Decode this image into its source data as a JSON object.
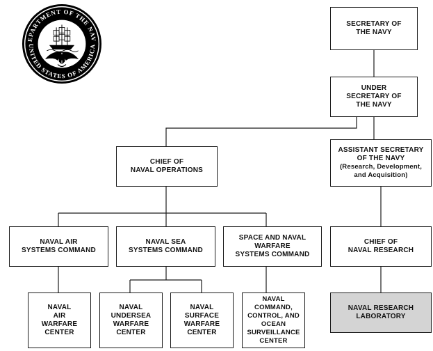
{
  "seal": {
    "ring_text": "DEPARTMENT OF THE NAVY • UNITED STATES OF AMERICA"
  },
  "colors": {
    "line": "#1a1a1a",
    "highlight_fill": "#d4d4d4"
  },
  "boxes": {
    "secnav": {
      "line1": "SECRETARY OF",
      "line2": "THE NAVY"
    },
    "undersec": {
      "line1": "UNDER",
      "line2": "SECRETARY OF",
      "line3": "THE NAVY"
    },
    "asn": {
      "line1": "ASSISTANT SECRETARY",
      "line2": "OF THE NAVY",
      "line3": "(Research, Development,",
      "line4": "and Acquisition)"
    },
    "cno": {
      "line1": "CHIEF OF",
      "line2": "NAVAL OPERATIONS"
    },
    "navair": {
      "line1": "NAVAL AIR",
      "line2": "SYSTEMS COMMAND"
    },
    "navsea": {
      "line1": "NAVAL SEA",
      "line2": "SYSTEMS COMMAND"
    },
    "spawar": {
      "line1": "SPACE AND NAVAL",
      "line2": "WARFARE",
      "line3": "SYSTEMS COMMAND"
    },
    "cnr": {
      "line1": "CHIEF OF",
      "line2": "NAVAL RESEARCH"
    },
    "nawc": {
      "line1": "NAVAL",
      "line2": "AIR",
      "line3": "WARFARE",
      "line4": "CENTER"
    },
    "nuwc": {
      "line1": "NAVAL",
      "line2": "UNDERSEA",
      "line3": "WARFARE",
      "line4": "CENTER"
    },
    "nswc": {
      "line1": "NAVAL",
      "line2": "SURFACE",
      "line3": "WARFARE",
      "line4": "CENTER"
    },
    "nccosc": {
      "line1": "NAVAL",
      "line2": "COMMAND,",
      "line3": "CONTROL, AND",
      "line4": "OCEAN",
      "line5": "SURVEILLANCE",
      "line6": "CENTER"
    },
    "nrl": {
      "line1": "NAVAL RESEARCH",
      "line2": "LABORATORY"
    }
  }
}
